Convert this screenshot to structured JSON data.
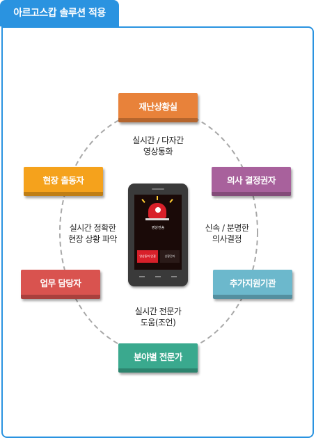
{
  "header": {
    "title": "아르고스캅 솔루션 적용"
  },
  "nodes": {
    "top": "재난상황실",
    "left_top": "현장 출동자",
    "right_top": "의사 결정권자",
    "left_bottom": "업무 담당자",
    "right_bottom": "추가지원기관",
    "bottom": "분야별 전문가"
  },
  "labels": {
    "top": [
      "실시간 / 다자간",
      "영상통화"
    ],
    "left": [
      "실시간 정확한",
      "현장 상황 파악"
    ],
    "right": [
      "신속 / 분명한",
      "의사결정"
    ],
    "bottom": [
      "실시간 전문가",
      "도움(조언)"
    ]
  },
  "phone_screen": {
    "title": "영상전송",
    "button_primary": "영상통화 연결",
    "button_secondary": "상황전파"
  },
  "colors": {
    "accent": "#2a93e0",
    "top": "#e8823a",
    "left_top": "#f5a21c",
    "right_top": "#a8619c",
    "left_bottom": "#d9534f",
    "right_bottom": "#6cb8cc",
    "bottom": "#3aa98e"
  }
}
